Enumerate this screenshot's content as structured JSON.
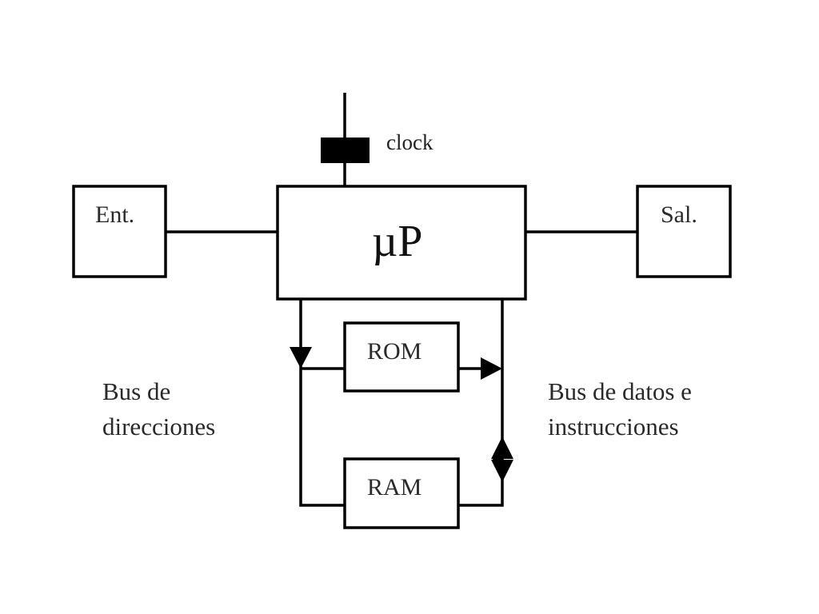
{
  "diagram": {
    "clock_label": "clock",
    "processor_label": "µP",
    "input_label": "Ent.",
    "output_label": "Sal.",
    "rom_label": "ROM",
    "ram_label": "RAM",
    "address_bus_label": [
      "Bus de",
      "direcciones"
    ],
    "data_bus_label": [
      "Bus de datos e",
      "instrucciones"
    ]
  }
}
